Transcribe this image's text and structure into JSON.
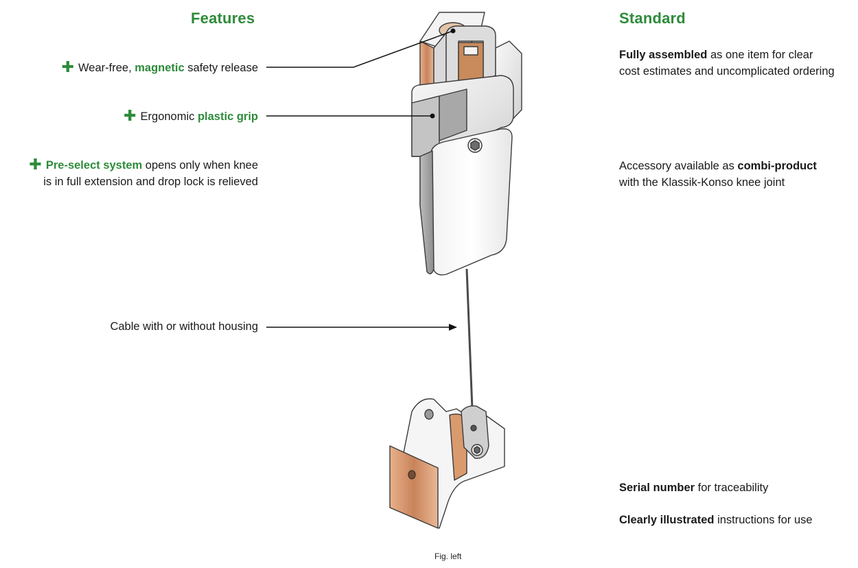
{
  "headings": {
    "features": "Features",
    "standard": "Standard"
  },
  "features": [
    {
      "pre": "Wear-free, ",
      "hl": "magnetic",
      "post": " safety release",
      "plus": "✚"
    },
    {
      "pre": "Ergonomic ",
      "hl": "plastic grip",
      "post": "",
      "plus": "✚"
    },
    {
      "pre": "",
      "hl": "Pre-select system",
      "post": " opens only when knee",
      "line2": "is in full extension and drop lock is relieved",
      "plus": "✚"
    },
    {
      "pre": "Cable with or without housing",
      "hl": "",
      "post": ""
    }
  ],
  "standard": [
    {
      "bold": "Fully assembled",
      "text": " as one item for clear",
      "line2": "cost estimates and uncomplicated ordering"
    },
    {
      "pre": "Accessory available as ",
      "bold": "combi-product",
      "line2": "with the Klassik-Konso knee joint"
    },
    {
      "bold": "Serial number",
      "text": " for traceability"
    },
    {
      "bold": "Clearly illustrated",
      "text": " instructions for use"
    }
  ],
  "caption": "Fig. left",
  "colors": {
    "accent": "#2e8b3a",
    "text": "#1a1a1a",
    "copper": "#c98a5c"
  }
}
